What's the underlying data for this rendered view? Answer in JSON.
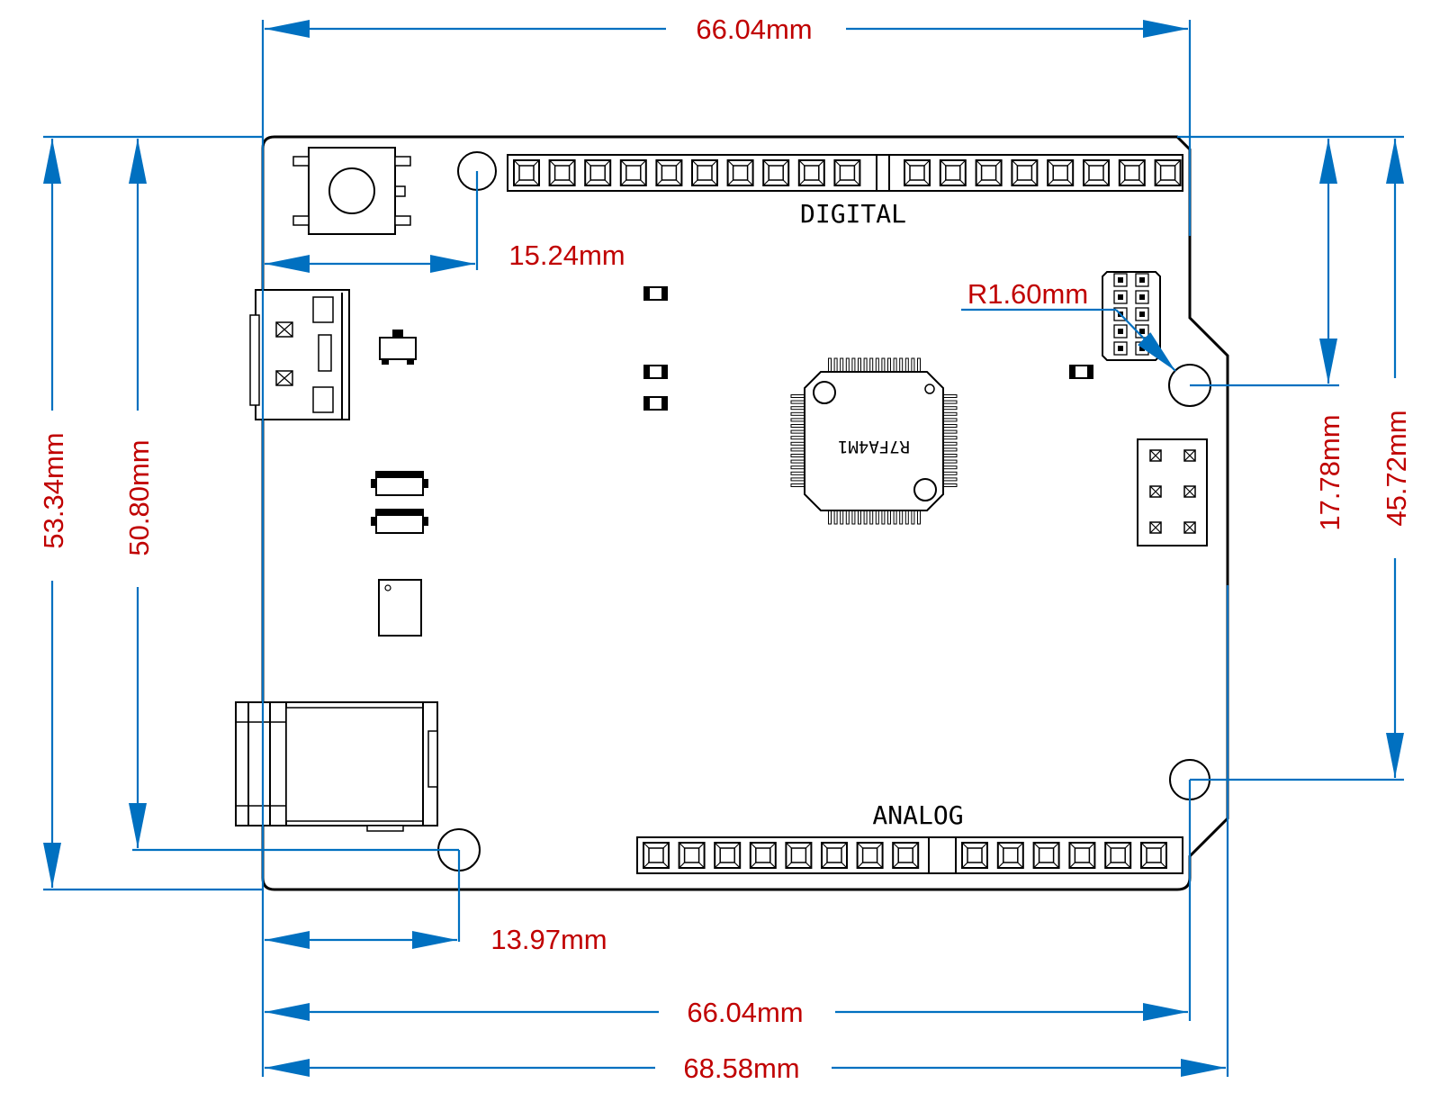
{
  "board": {
    "silkscreen": {
      "digital_label": "DIGITAL",
      "analog_label": "ANALOG",
      "mcu_label": "R7FA4M1"
    }
  },
  "dimensions": {
    "top_width": "66.04mm",
    "bottom_width": "66.04mm",
    "overall_width": "68.58mm",
    "left_height_outer": "53.34mm",
    "left_height_inner": "50.80mm",
    "right_height_inner": "17.78mm",
    "right_height_outer": "45.72mm",
    "top_hole_offset": "15.24mm",
    "bottom_hole_offset": "13.97mm",
    "hole_radius": "R1.60mm"
  },
  "colors": {
    "dimension_line": "#0070C0",
    "dimension_text": "#C00000",
    "board_outline": "#000000"
  }
}
